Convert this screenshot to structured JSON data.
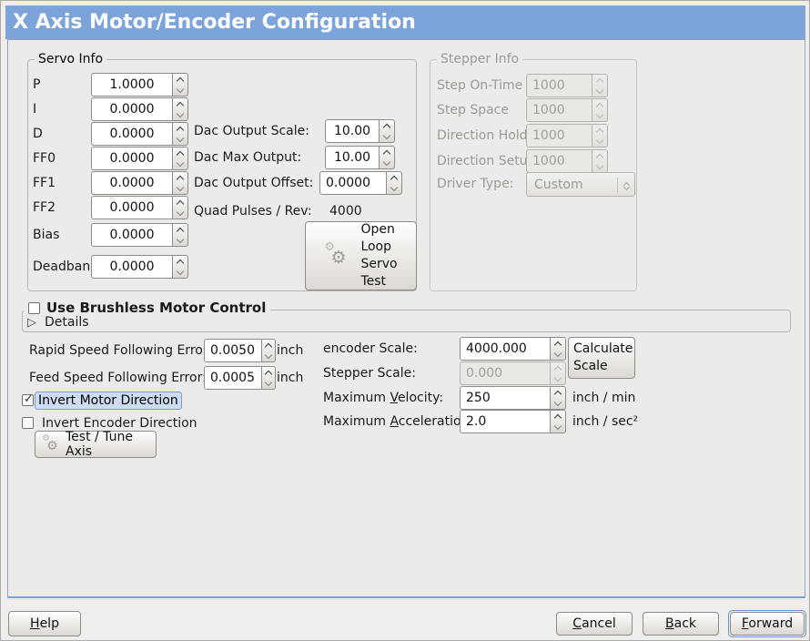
{
  "window": {
    "title": "X Axis Motor/Encoder Configuration",
    "banner_color": "#7da4da",
    "focus_highlight_color": "#cddcf1"
  },
  "icons": {
    "gear": "⚙",
    "expander": "▷",
    "check": "✓"
  },
  "servo": {
    "title": "Servo Info",
    "rows": [
      {
        "label": "P",
        "value": "1.0000"
      },
      {
        "label": "I",
        "value": "0.0000"
      },
      {
        "label": "D",
        "value": "0.0000"
      },
      {
        "label": "FF0",
        "value": "0.0000"
      },
      {
        "label": "FF1",
        "value": "0.0000"
      },
      {
        "label": "FF2",
        "value": "0.0000"
      },
      {
        "label": "Bias",
        "value": "0.0000"
      },
      {
        "label": "Deadband",
        "value": "0.0000"
      }
    ]
  },
  "dac": {
    "scale_label": "Dac Output Scale:",
    "scale_value": "10.00",
    "max_label": "Dac Max Output:",
    "max_value": "10.00",
    "offset_label": "Dac Output Offset:",
    "offset_value": "0.0000",
    "quad_label": "Quad Pulses / Rev:",
    "quad_value": "4000"
  },
  "open_loop": {
    "lines": [
      "Open",
      "Loop",
      "Servo",
      "Test"
    ]
  },
  "stepper": {
    "title": "Stepper Info",
    "rows": [
      {
        "label": "Step On-Time",
        "value": "1000"
      },
      {
        "label": "Step Space",
        "value": "1000"
      },
      {
        "label": "Direction Hold",
        "value": "1000"
      },
      {
        "label": "Direction Setup",
        "value": "1000"
      }
    ],
    "driver_label": "Driver Type:",
    "driver_value": "Custom"
  },
  "brushless": {
    "label": "Use Brushless Motor Control",
    "details": "Details"
  },
  "errors": {
    "rapid_label": "Rapid Speed Following Error:",
    "rapid_value": "0.0050",
    "rapid_unit": "inch",
    "feed_label": "Feed Speed Following Error:",
    "feed_value": "0.0005",
    "feed_unit": "inch"
  },
  "options": {
    "invert_motor": "Invert Motor Direction",
    "invert_encoder": "Invert Encoder Direction",
    "test_button": "Test / Tune Axis"
  },
  "scales": {
    "encoder_label": "encoder Scale:",
    "encoder_value": "4000.000",
    "stepper_label": "Stepper Scale:",
    "stepper_value": "0.000",
    "calculate_button": "Calculate Scale",
    "velocity_pre": "Maximum ",
    "velocity_mn": "V",
    "velocity_post": "elocity:",
    "velocity_value": "250",
    "velocity_unit": "inch / min",
    "accel_pre": "Maximum ",
    "accel_mn": "A",
    "accel_post": "cceleration:",
    "accel_value": "2.0",
    "accel_unit": "inch / sec²"
  },
  "footer": {
    "help_mn": "H",
    "help_post": "elp",
    "cancel_mn": "C",
    "cancel_post": "ancel",
    "back_mn": "B",
    "back_post": "ack",
    "forward_mn": "F",
    "forward_post": "orward"
  }
}
